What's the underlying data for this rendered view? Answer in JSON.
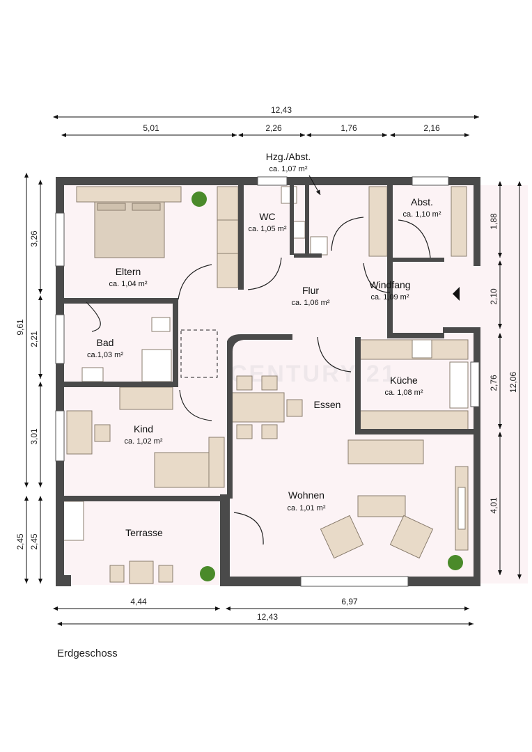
{
  "caption": "Erdgeschoss",
  "rooms": {
    "eltern": {
      "name": "Eltern",
      "area": "ca. 1,04 m²"
    },
    "wc": {
      "name": "WC",
      "area": "ca. 1,05 m²"
    },
    "hzg": {
      "name": "Hzg./Abst.",
      "area": "ca. 1,07 m²"
    },
    "abst": {
      "name": "Abst.",
      "area": "ca. 1,10 m²"
    },
    "flur": {
      "name": "Flur",
      "area": "ca. 1,06 m²"
    },
    "windfang": {
      "name": "Windfang",
      "area": "ca. 1,09 m²"
    },
    "bad": {
      "name": "Bad",
      "area": "ca.1,03 m²"
    },
    "kueche": {
      "name": "Küche",
      "area": "ca. 1,08 m²"
    },
    "essen": {
      "name": "Essen"
    },
    "kind": {
      "name": "Kind",
      "area": "ca. 1,02 m²"
    },
    "wohnen": {
      "name": "Wohnen",
      "area": "ca. 1,01 m²"
    },
    "terrasse": {
      "name": "Terrasse"
    }
  },
  "dimensions": {
    "top_total": "12,43",
    "top_1": "5,01",
    "top_2": "2,26",
    "top_3": "1,76",
    "top_4": "2,16",
    "left_total": "9,61",
    "left_1": "3,26",
    "left_2": "2,21",
    "left_3": "3,01",
    "left_4": "2,45",
    "left_outer_4": "2,45",
    "right_total": "12,06",
    "right_1": "1,88",
    "right_2": "2,10",
    "right_3": "2,76",
    "right_4": "4,01",
    "bottom_1": "4,44",
    "bottom_2": "6,97",
    "bottom_total": "12,43"
  },
  "watermark": "CENTURY 21"
}
